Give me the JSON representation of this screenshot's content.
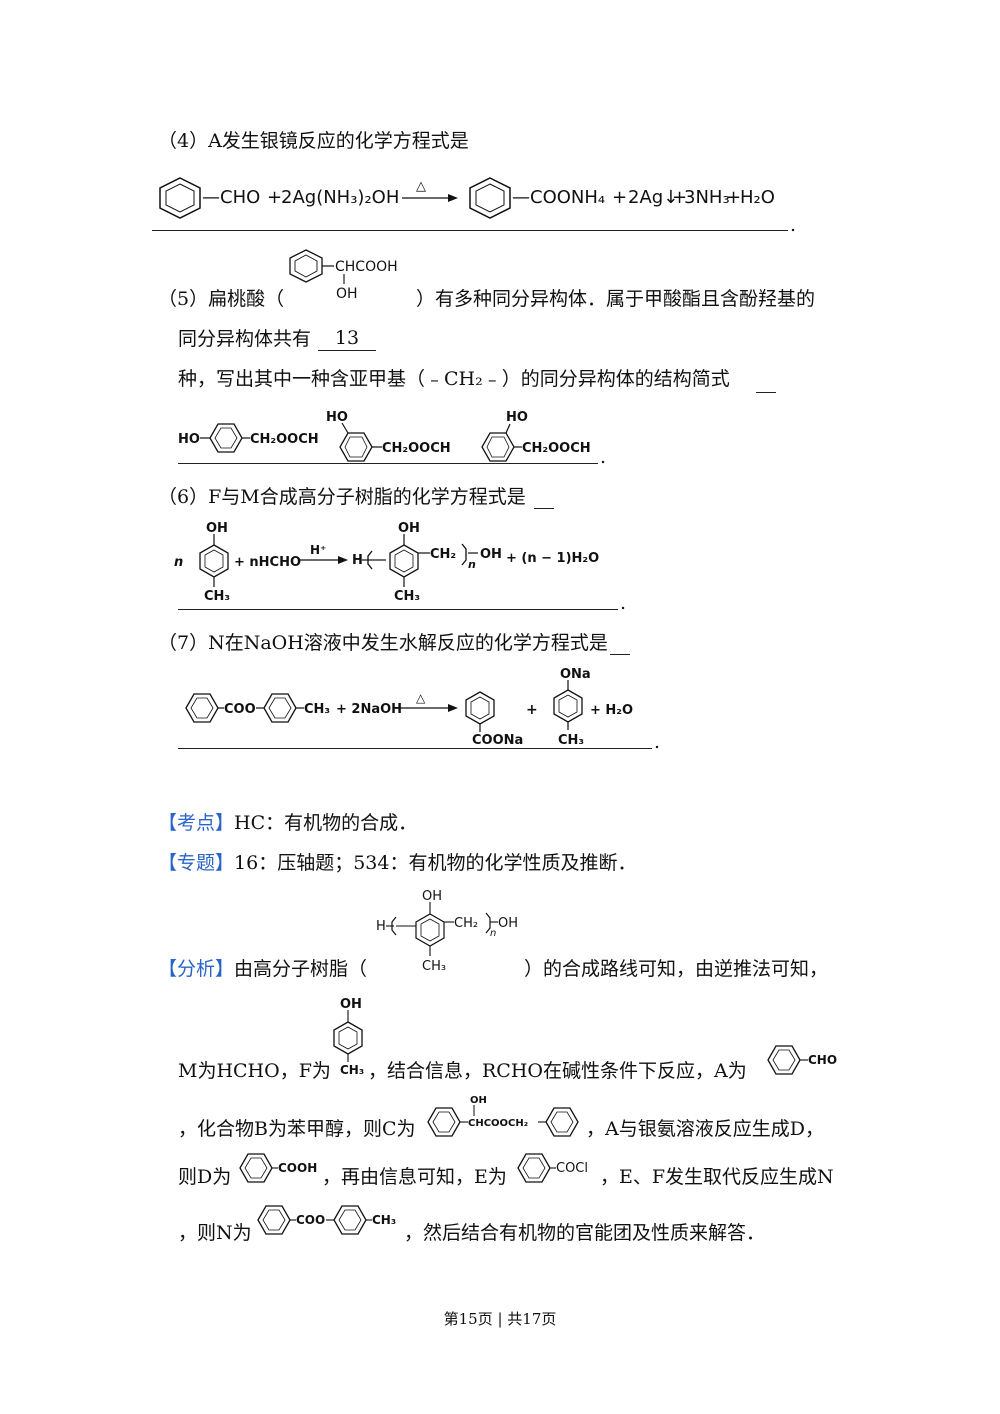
{
  "q4": {
    "prompt": "（4）A发生银镜反应的化学方程式是",
    "eq": {
      "reactant1": "—CHO",
      "plus1": "+",
      "reagent": "2Ag(NH₃)₂OH",
      "condition": "△",
      "product1": "—COONH₄",
      "plus2": "+",
      "product2": "2Ag↓",
      "plus3": "+",
      "product3": "3NH₃",
      "plus4": "+",
      "product4": "H₂O"
    },
    "end": "."
  },
  "q5": {
    "prefix": "（5）扁桃酸（",
    "struct_chain": "CHCOOH",
    "struct_oh": "OH",
    "suffix": "）有多种同分异构体．属于甲酸酯且含酚羟基的",
    "line2_prefix": "同分异构体共有",
    "answer": "13",
    "line3": "种，写出其中一种含亚甲基（﹣CH₂﹣）的同分异构体的结构简式",
    "ans_ho": "HO",
    "ans_chain": "CH₂OOCH",
    "end": "."
  },
  "q6": {
    "prompt": "（6）F与M合成高分子树脂的化学方程式是",
    "eq": {
      "n": "n",
      "oh": "OH",
      "ch3": "CH₃",
      "reagent": "+ nHCHO",
      "catalyst": "H⁺",
      "h": "H",
      "ch2": "CH₂",
      "sub_n": "n",
      "end_oh": "OH",
      "water": "+ (n − 1)H₂O"
    },
    "end": "."
  },
  "q7": {
    "prompt": "（7）N在NaOH溶液中发生水解反应的化学方程式是",
    "eq": {
      "coo": "COO",
      "ch3": "CH₃",
      "reagent": "+ 2NaOH",
      "condition": "△",
      "coona": "COONa",
      "plus": "+",
      "ona": "ONa",
      "water": "+ H₂O"
    },
    "end": "."
  },
  "kaodian": {
    "tag": "【考点】",
    "text": "HC：有机物的合成．"
  },
  "zhuanti": {
    "tag": "【专题】",
    "text": "16：压轴题；534：有机物的化学性质及推断．"
  },
  "fenxi": {
    "tag": "【分析】",
    "line1_a": "由高分子树脂（",
    "line1_b": "）的合成路线可知，由逆推法可知，",
    "poly_h": "H",
    "poly_oh": "OH",
    "poly_ch2": "CH₂",
    "poly_n": "n",
    "poly_endoh": "OH",
    "poly_ch3": "CH₃",
    "line2_a": "M为HCHO，F为",
    "line2_b": "，结合信息，RCHO在碱性条件下反应，A为",
    "f_oh": "OH",
    "f_ch3": "CH₃",
    "a_cho": "CHO",
    "line3_a": "，化合物B为苯甲醇，则C为",
    "line3_b": "，A与银氨溶液反应生成D，",
    "c_oh": "OH",
    "c_chain": "CHCOOCH₂",
    "line4_a": "则D为",
    "d_cooh": "COOH",
    "line4_b": "，再由信息可知，E为",
    "e_cocl": "COCl",
    "line4_c": "，E、F发生取代反应生成N",
    "line5_a": "，则N为",
    "n_coo": "COO",
    "n_ch3": "CH₃",
    "line5_b": "，然后结合有机物的官能团及性质来解答．"
  },
  "footer": "第15页 | 共17页",
  "colors": {
    "tag": "#2b64c9",
    "text": "#111111"
  }
}
